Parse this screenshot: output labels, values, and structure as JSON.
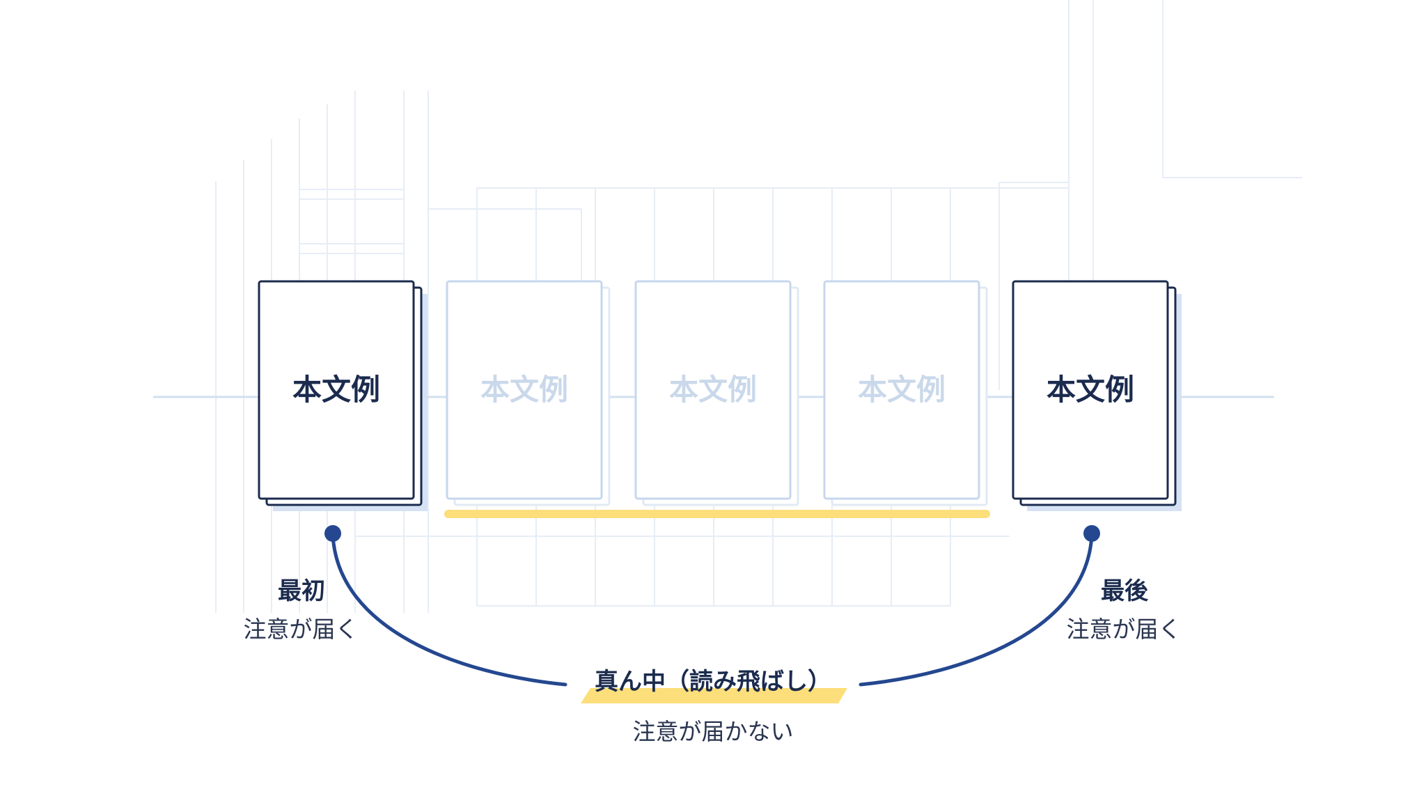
{
  "colors": {
    "navy": "#1b2b4e",
    "curve_blue": "#24478f",
    "faded_stroke": "#c6d7ec",
    "shadow_fill": "#d6e2f4",
    "highlight_yellow": "#fcde7a",
    "grid_line": "#e3ebf5"
  },
  "pages": [
    {
      "label": "本文例",
      "state": "emphasized"
    },
    {
      "label": "本文例",
      "state": "faded"
    },
    {
      "label": "本文例",
      "state": "faded"
    },
    {
      "label": "本文例",
      "state": "faded"
    },
    {
      "label": "本文例",
      "state": "emphasized"
    }
  ],
  "first": {
    "title": "最初",
    "subtitle": "注意が届く"
  },
  "last": {
    "title": "最後",
    "subtitle": "注意が届く"
  },
  "middle": {
    "title": "真ん中（読み飛ばし）",
    "subtitle": "注意が届かない"
  }
}
